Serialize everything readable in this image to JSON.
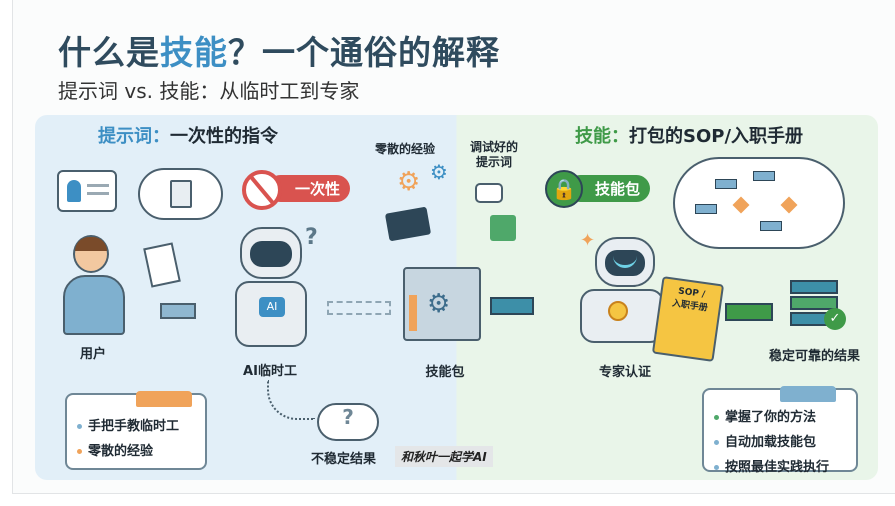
{
  "title": {
    "part1": "什么是",
    "highlight": "技能",
    "part2": "？一个通俗的解释"
  },
  "subtitle": "提示词 vs. 技能：从临时工到专家",
  "left": {
    "heading_key": "提示词：",
    "heading_rest": "一次性的指令",
    "badge": "一次性",
    "user_label": "用户",
    "ai_label": "AI临时工",
    "unstable_label": "不稳定结果",
    "question_mark": "?",
    "notes": [
      "手把手教临时工",
      "零散的经验"
    ]
  },
  "middle": {
    "scattered": "零散的经验",
    "tuned": "调试好的\n提示词",
    "package_label": "技能包"
  },
  "right": {
    "heading_key": "技能：",
    "heading_rest": "打包的SOP/入职手册",
    "badge": "技能包",
    "expert_label": "专家认证",
    "manual_text": "SOP /\n入职手册",
    "result_label": "稳定可靠的结果",
    "notes": [
      "掌握了你的方法",
      "自动加载技能包",
      "按照最佳实践执行"
    ]
  },
  "watermark": "和秋叶一起学AI",
  "colors": {
    "blue": "#3d8fc4",
    "green": "#3f9a48",
    "red": "#d9534f",
    "orange": "#f0a35a"
  }
}
